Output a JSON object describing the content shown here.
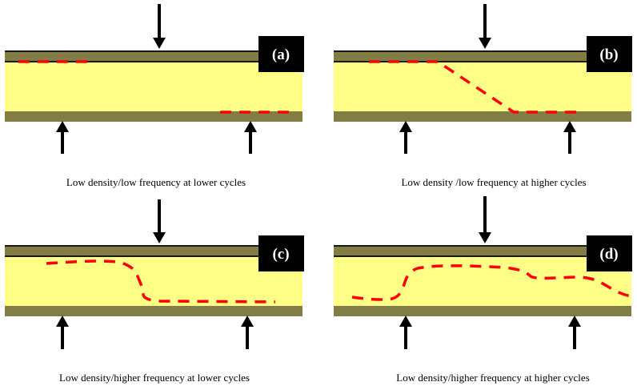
{
  "colors": {
    "skin": "#817d45",
    "skin_line": "#1a1a10",
    "core": "#ffff88",
    "crack": "#ff0000",
    "arrow": "#000000",
    "label_bg": "#000000",
    "label_text": "#ffffff"
  },
  "panels": [
    {
      "id": "a",
      "label": "(a)",
      "caption": "Low density/low frequency at lower cycles",
      "crack_description": "Two separate short debond segments: one at the top skin-core interface on the left, one at the bottom interface on the right",
      "crack_shape": "split"
    },
    {
      "id": "b",
      "label": "(b)",
      "caption": "Low density /low frequency at higher cycles",
      "crack_description": "Crack runs along top interface, kinks diagonally through the core, then continues along bottom interface",
      "crack_shape": "diagonal-kink"
    },
    {
      "id": "c",
      "label": "(c)",
      "caption": "Low density/higher frequency at lower cycles",
      "crack_description": "Crack runs near the top of the core, drops steeply in an S-curve, then continues near the bottom of the core",
      "crack_shape": "s-step-down"
    },
    {
      "id": "d",
      "label": "(d)",
      "caption": "Low density/higher frequency at higher cycles",
      "crack_description": "Wavy crack starting low in the core, rising to near the top, then stepping down twice toward the right",
      "crack_shape": "wavy"
    }
  ]
}
